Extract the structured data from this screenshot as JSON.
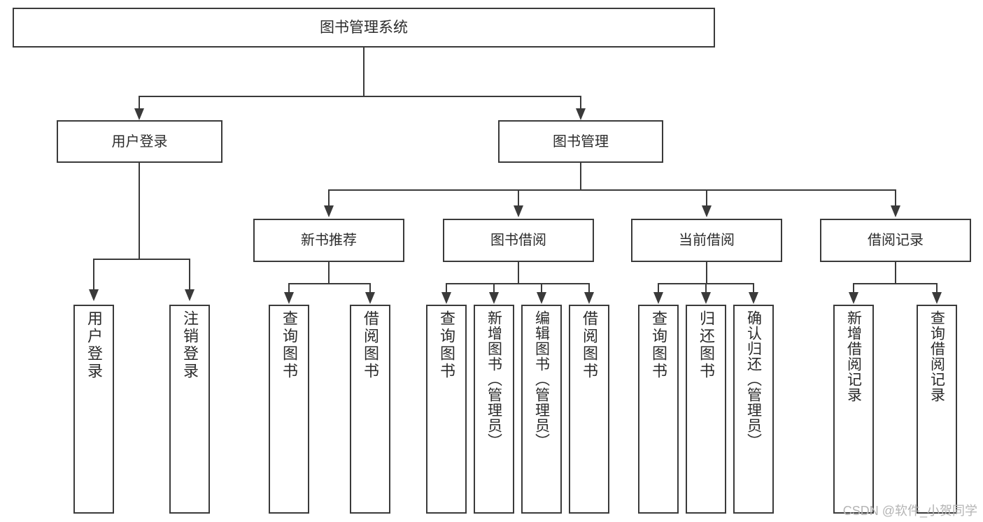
{
  "diagram": {
    "title": "图书管理系统",
    "watermark": "CSDN @软件_小贺同学",
    "colors": {
      "stroke": "#3a3a3a",
      "text": "#2b2b2b",
      "background": "#ffffff",
      "watermark": "#b4b4b4"
    },
    "root": {
      "label": "图书管理系统"
    },
    "level1": [
      {
        "label": "用户登录"
      },
      {
        "label": "图书管理"
      }
    ],
    "level2": [
      {
        "label": "新书推荐"
      },
      {
        "label": "图书借阅"
      },
      {
        "label": "当前借阅"
      },
      {
        "label": "借阅记录"
      }
    ],
    "leaves": {
      "user_login": [
        {
          "label": "用户登录"
        },
        {
          "label": "注销登录"
        }
      ],
      "new_book": [
        {
          "label": "查询图书"
        },
        {
          "label": "借阅图书"
        }
      ],
      "borrow_book": [
        {
          "label": "查询图书"
        },
        {
          "label": "新增图书（管理员）"
        },
        {
          "label": "编辑图书（管理员）"
        },
        {
          "label": "借阅图书"
        }
      ],
      "current_borrow": [
        {
          "label": "查询图书"
        },
        {
          "label": "归还图书"
        },
        {
          "label": "确认归还（管理员）"
        }
      ],
      "borrow_record": [
        {
          "label": "新增借阅记录"
        },
        {
          "label": "查询借阅记录"
        }
      ]
    }
  },
  "chart_data": {
    "type": "diagram",
    "title": "图书管理系统",
    "structure": "tree",
    "nodes": [
      {
        "id": "root",
        "label": "图书管理系统",
        "level": 0,
        "parent": null
      },
      {
        "id": "user-login",
        "label": "用户登录",
        "level": 1,
        "parent": "root"
      },
      {
        "id": "book-mgmt",
        "label": "图书管理",
        "level": 1,
        "parent": "root"
      },
      {
        "id": "new-book",
        "label": "新书推荐",
        "level": 2,
        "parent": "book-mgmt"
      },
      {
        "id": "borrow-book",
        "label": "图书借阅",
        "level": 2,
        "parent": "book-mgmt"
      },
      {
        "id": "current-borrow",
        "label": "当前借阅",
        "level": 2,
        "parent": "book-mgmt"
      },
      {
        "id": "borrow-record",
        "label": "借阅记录",
        "level": 2,
        "parent": "book-mgmt"
      },
      {
        "id": "ul-1",
        "label": "用户登录",
        "level": 2,
        "parent": "user-login"
      },
      {
        "id": "ul-2",
        "label": "注销登录",
        "level": 2,
        "parent": "user-login"
      },
      {
        "id": "nb-1",
        "label": "查询图书",
        "level": 3,
        "parent": "new-book"
      },
      {
        "id": "nb-2",
        "label": "借阅图书",
        "level": 3,
        "parent": "new-book"
      },
      {
        "id": "bb-1",
        "label": "查询图书",
        "level": 3,
        "parent": "borrow-book"
      },
      {
        "id": "bb-2",
        "label": "新增图书（管理员）",
        "level": 3,
        "parent": "borrow-book"
      },
      {
        "id": "bb-3",
        "label": "编辑图书（管理员）",
        "level": 3,
        "parent": "borrow-book"
      },
      {
        "id": "bb-4",
        "label": "借阅图书",
        "level": 3,
        "parent": "borrow-book"
      },
      {
        "id": "cb-1",
        "label": "查询图书",
        "level": 3,
        "parent": "current-borrow"
      },
      {
        "id": "cb-2",
        "label": "归还图书",
        "level": 3,
        "parent": "current-borrow"
      },
      {
        "id": "cb-3",
        "label": "确认归还（管理员）",
        "level": 3,
        "parent": "current-borrow"
      },
      {
        "id": "br-1",
        "label": "新增借阅记录",
        "level": 3,
        "parent": "borrow-record"
      },
      {
        "id": "br-2",
        "label": "查询借阅记录",
        "level": 3,
        "parent": "borrow-record"
      }
    ]
  }
}
